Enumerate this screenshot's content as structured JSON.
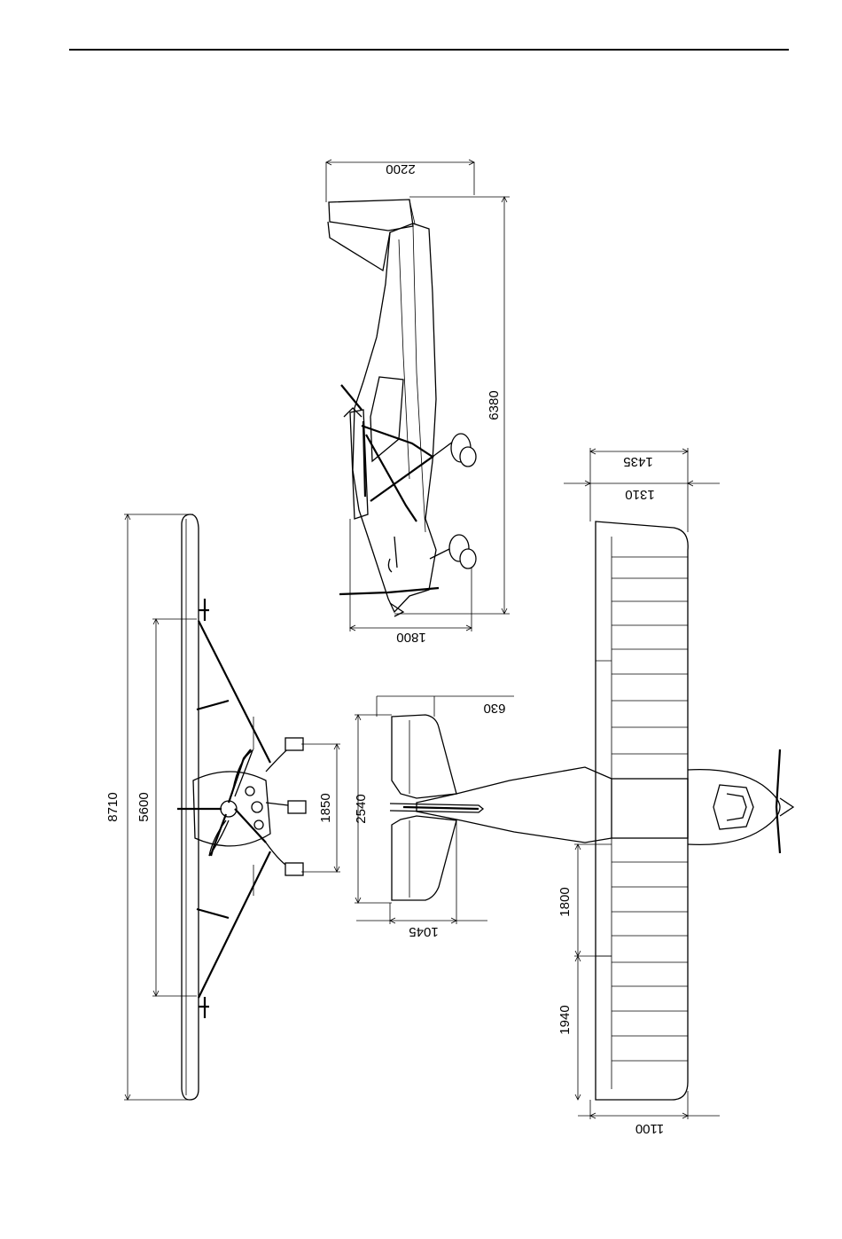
{
  "header": {
    "rule": true
  },
  "dimensions": {
    "side_wheelbase_top": "2200",
    "side_length": "6380",
    "side_height": "1800",
    "front_span": "8710",
    "front_strut_span": "5600",
    "front_track": "1850",
    "top_chord_outer": "1435",
    "top_chord_inner": "1310",
    "top_tail_offset": "630",
    "top_tail_span": "2540",
    "top_tail_chord": "1045",
    "top_flap": "1800",
    "top_aileron": "1940",
    "top_tip": "1100"
  }
}
